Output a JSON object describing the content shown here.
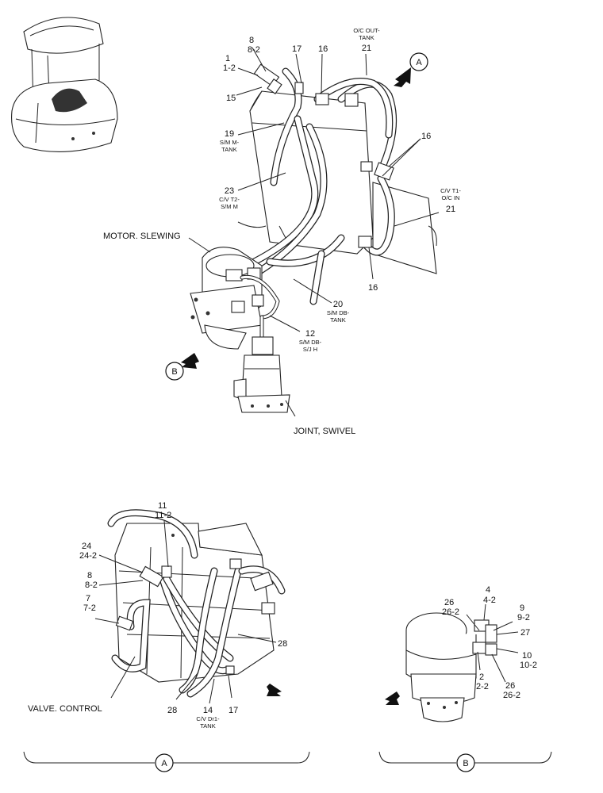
{
  "callouts": {
    "c1": "1",
    "c1_2": "1-2",
    "c8": "8",
    "c8_2": "8-2",
    "c15": "15",
    "c17": "17",
    "c16a": "16",
    "c21a": "21",
    "oc_out_1": "O/C OUT-",
    "oc_out_2": "TANK",
    "c19": "19",
    "c19_s1": "S/M M-",
    "c19_s2": "TANK",
    "c16b": "16",
    "c23": "23",
    "c23_s1": "C/V T2-",
    "c23_s2": "S/M M",
    "cv_t1_1": "C/V T1-",
    "cv_t1_2": "O/C IN",
    "c21b": "21",
    "c16c": "16",
    "c20": "20",
    "c20_s1": "S/M DB-",
    "c20_s2": "TANK",
    "c12": "12",
    "c12_s1": "S/M DB-",
    "c12_s2": "S/J H",
    "b_11": "11",
    "b_11_2": "11-2",
    "b_24": "24",
    "b_24_2": "24-2",
    "b_8": "8",
    "b_8_2": "8-2",
    "b_7": "7",
    "b_7_2": "7-2",
    "b_28a": "28",
    "b_28b": "28",
    "b_14": "14",
    "b_14_s1": "C/V Dr1-",
    "b_14_s2": "TANK",
    "b_17": "17",
    "r_26a": "26",
    "r_26a_2": "26-2",
    "r_4": "4",
    "r_4_2": "4-2",
    "r_9": "9",
    "r_9_2": "9-2",
    "r_27": "27",
    "r_10": "10",
    "r_10_2": "10-2",
    "r_2": "2",
    "r_2_2": "2-2",
    "r_26b": "26",
    "r_26b_2": "26-2"
  },
  "labels": {
    "motor_slewing": "MOTOR. SLEWING",
    "joint_swivel": "JOINT, SWIVEL",
    "valve_control": "VALVE. CONTROL"
  },
  "view_markers": {
    "a": "A",
    "b": "B"
  }
}
